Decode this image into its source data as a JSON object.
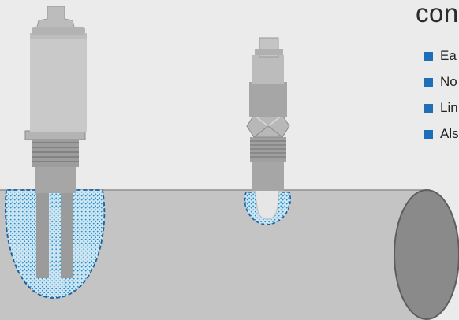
{
  "header": {
    "title": "con"
  },
  "bullets": [
    {
      "text": "Ea"
    },
    {
      "text": "No"
    },
    {
      "text": "Lin"
    },
    {
      "text": "Als"
    }
  ],
  "colors": {
    "background": "#ebebeb",
    "pipe": "#c4c4c4",
    "pipe_end": "#8a8a8a",
    "sensor_body": "#c9c9c9",
    "sensor_dark": "#9b9b9b",
    "field_dots": "#2a8ec7",
    "field_outline": "#1e5f9a",
    "bullet": "#1e6fb8"
  },
  "icons": [
    "large-tuning-fork-sensor-icon",
    "compact-sensor-icon",
    "pipe-icon"
  ]
}
